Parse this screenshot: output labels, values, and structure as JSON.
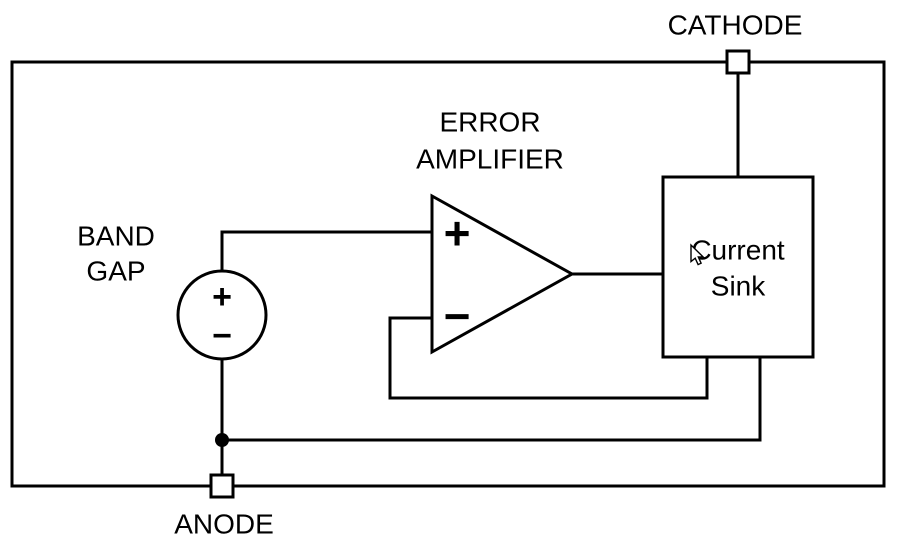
{
  "diagram": {
    "background": "#ffffff",
    "line_color": "#000000",
    "labels": {
      "cathode": "CATHODE",
      "anode": "ANODE",
      "bandgap_line1": "BAND",
      "bandgap_line2": "GAP",
      "erroramp_line1": "ERROR",
      "erroramp_line2": "AMPLIFIER",
      "currentsink_line1": "Current",
      "currentsink_line2": "Sink"
    },
    "symbols": {
      "opamp_plus": "+",
      "opamp_minus": "−",
      "source_plus": "+",
      "source_minus": "−"
    },
    "icons": {
      "cursor": "mouse-cursor-icon"
    }
  }
}
